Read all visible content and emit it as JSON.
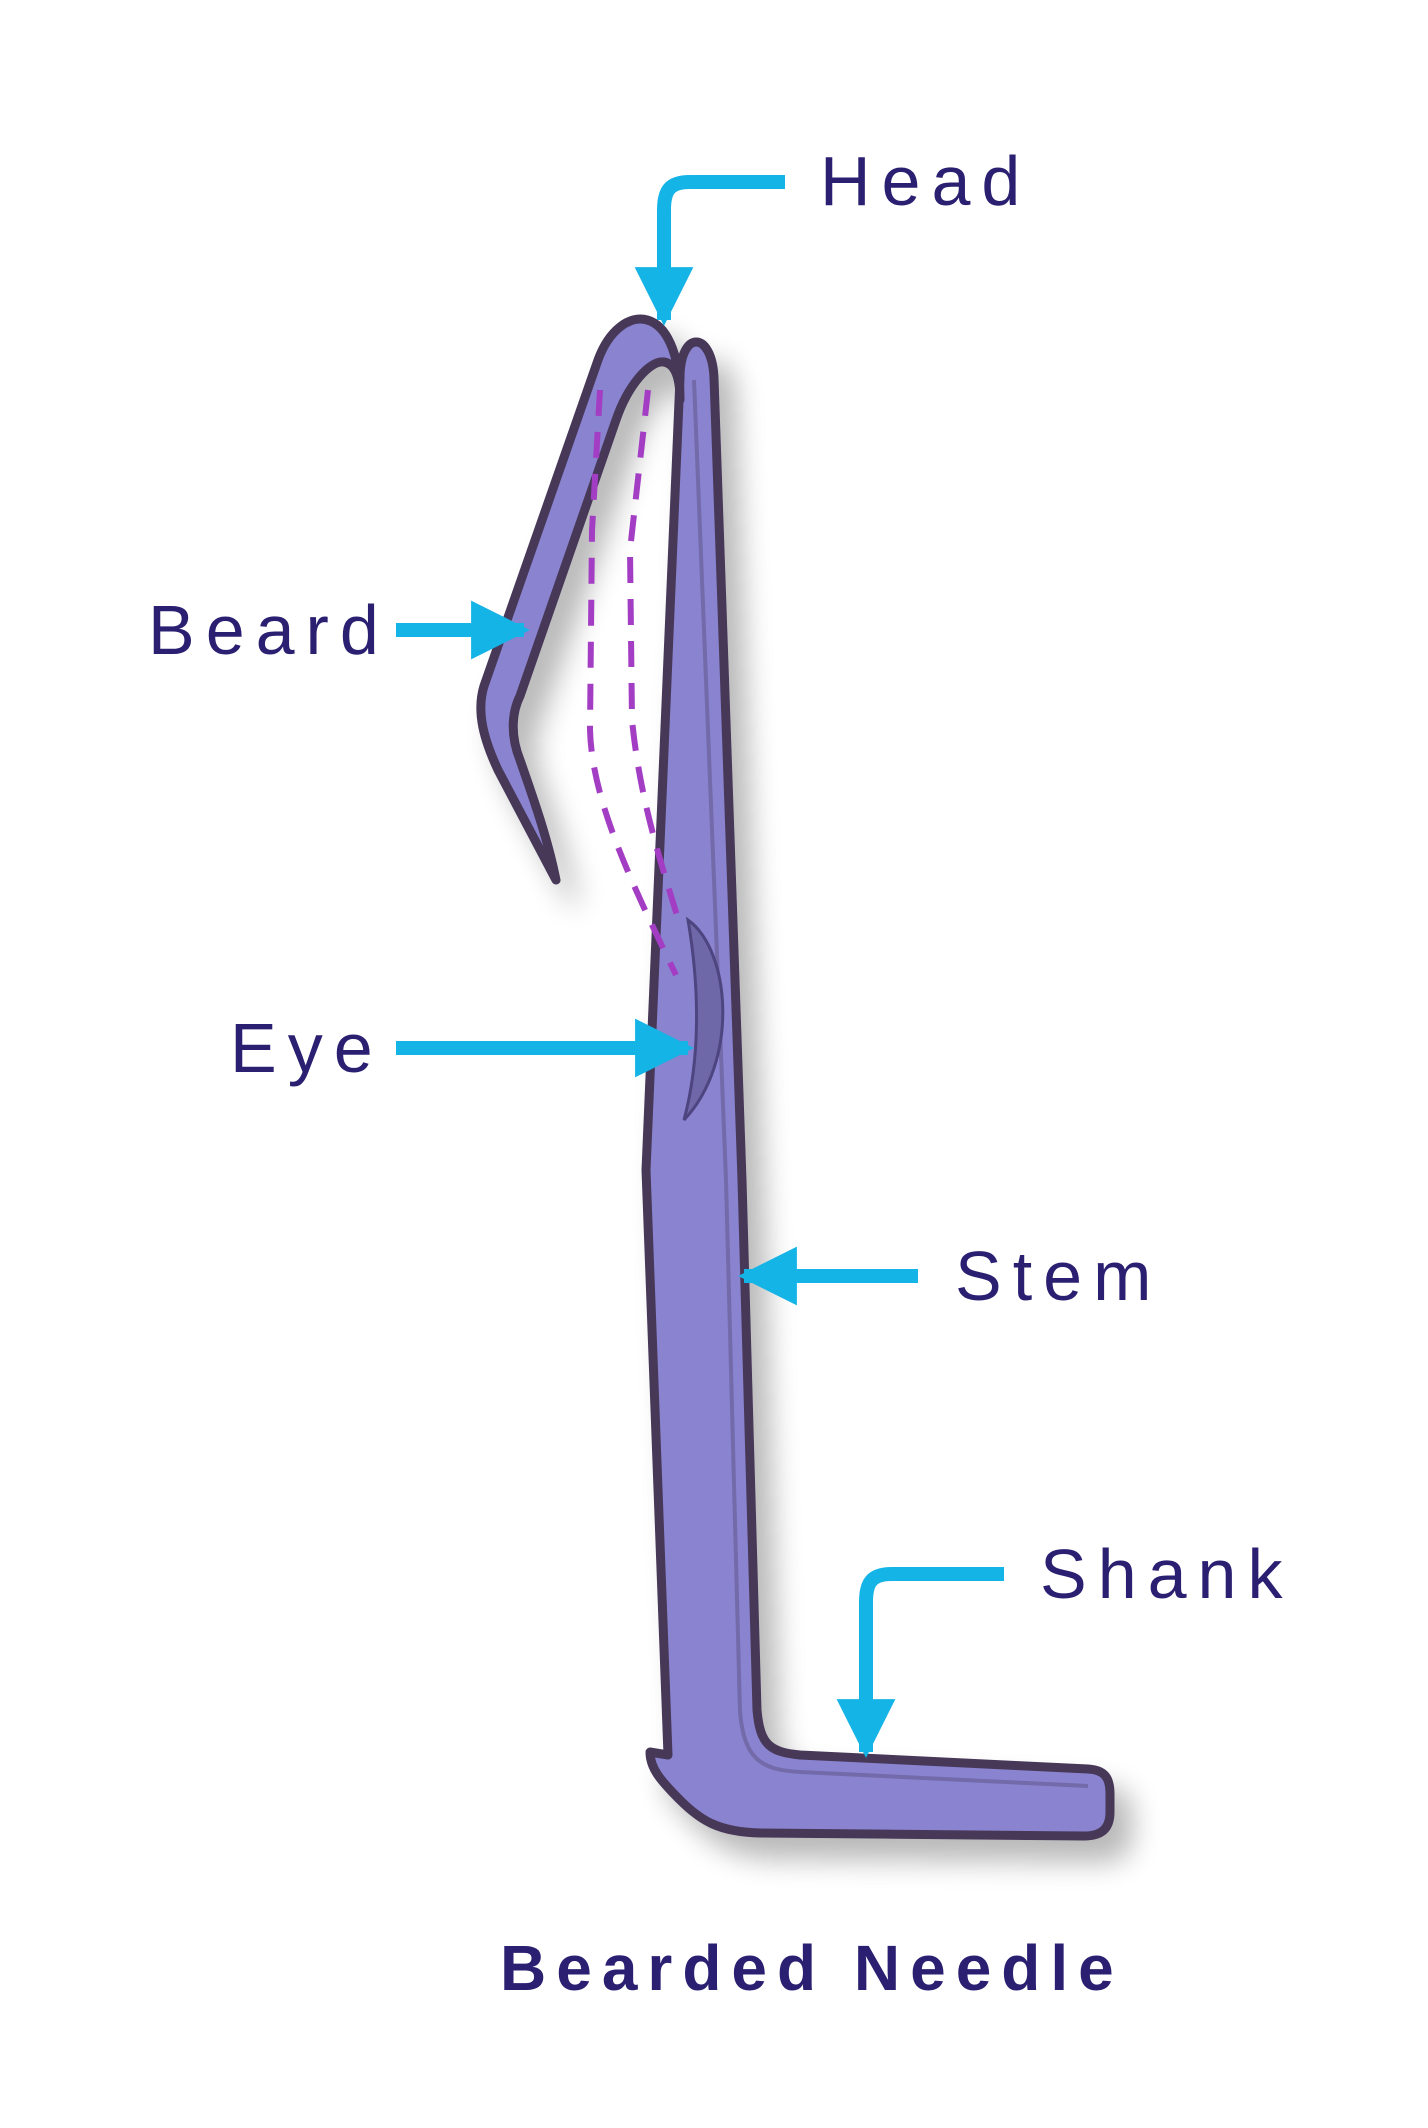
{
  "title": "Bearded Needle",
  "labels": {
    "head": "Head",
    "beard": "Beard",
    "eye": "Eye",
    "stem": "Stem",
    "shank": "Shank"
  },
  "colors": {
    "needle_fill": "#8a83cf",
    "needle_outline": "#463859",
    "arrow": "#14b4e6",
    "dashed_line": "#a33ec4",
    "label_text": "#2a1f70"
  }
}
